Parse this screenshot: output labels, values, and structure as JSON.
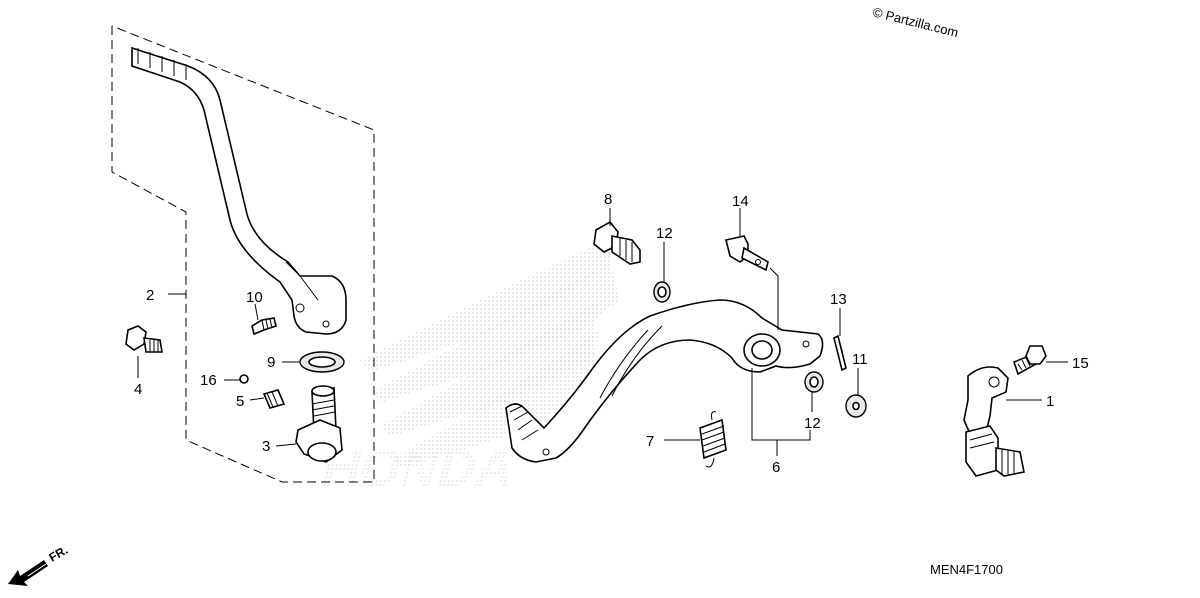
{
  "watermark": {
    "text": "© Partzilla.com",
    "logo_text": "HONDA"
  },
  "diagram_code": "MEN4F1700",
  "front_indicator": "FR.",
  "callouts": [
    {
      "id": "c1",
      "label": "1"
    },
    {
      "id": "c2",
      "label": "2"
    },
    {
      "id": "c3",
      "label": "3"
    },
    {
      "id": "c4",
      "label": "4"
    },
    {
      "id": "c5",
      "label": "5"
    },
    {
      "id": "c6",
      "label": "6"
    },
    {
      "id": "c7",
      "label": "7"
    },
    {
      "id": "c8",
      "label": "8"
    },
    {
      "id": "c9",
      "label": "9"
    },
    {
      "id": "c10",
      "label": "10"
    },
    {
      "id": "c11",
      "label": "11"
    },
    {
      "id": "c12a",
      "label": "12"
    },
    {
      "id": "c12b",
      "label": "12"
    },
    {
      "id": "c13",
      "label": "13"
    },
    {
      "id": "c14",
      "label": "14"
    },
    {
      "id": "c15",
      "label": "15"
    },
    {
      "id": "c16",
      "label": "16"
    }
  ],
  "colors": {
    "line": "#000000",
    "background": "#ffffff",
    "dot_pattern": "#9a9a9a"
  },
  "icons": [
    "front-arrow-icon"
  ]
}
